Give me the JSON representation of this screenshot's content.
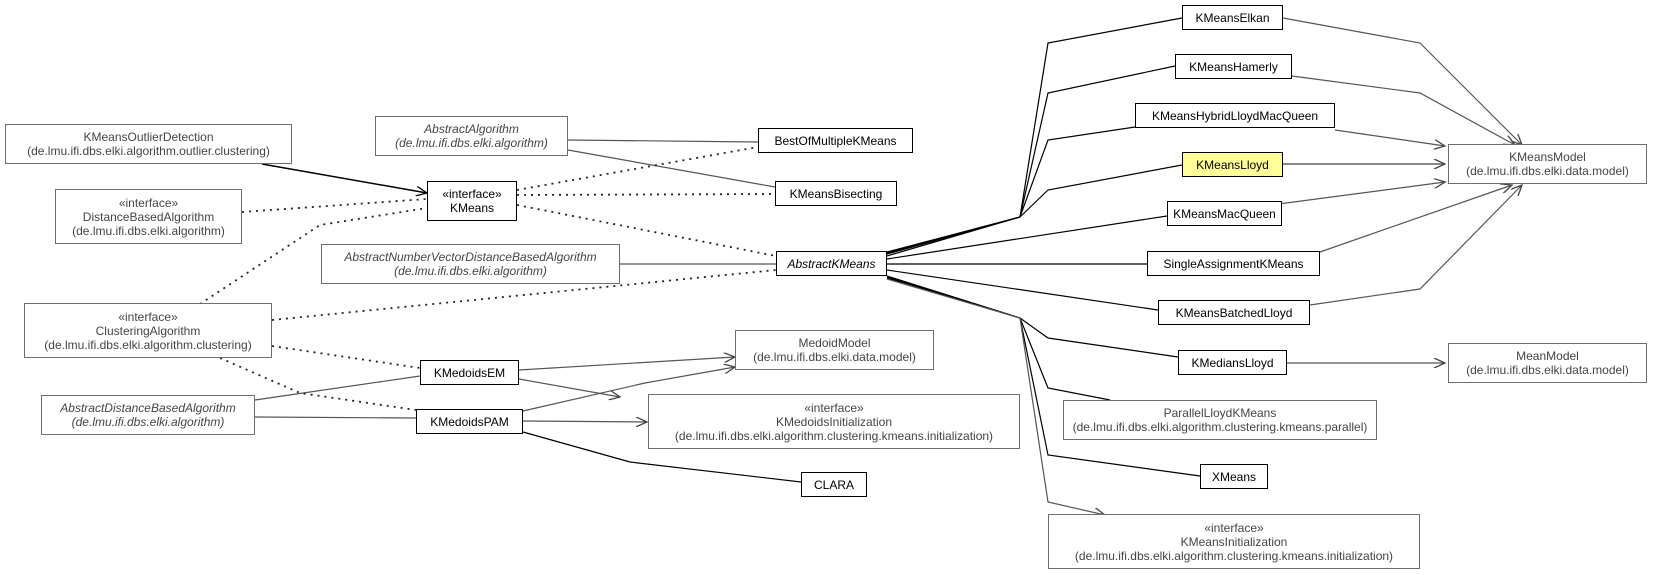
{
  "diagram": {
    "nodes": {
      "kmeans_outlier_detection": {
        "lines": [
          "KMeansOutlierDetection",
          "(de.lmu.ifi.dbs.elki.algorithm.outlier.clustering)"
        ]
      },
      "distance_based_algorithm": {
        "lines": [
          "«interface»",
          "DistanceBasedAlgorithm",
          "(de.lmu.ifi.dbs.elki.algorithm)"
        ]
      },
      "abstract_algorithm": {
        "lines": [
          "AbstractAlgorithm",
          "(de.lmu.ifi.dbs.elki.algorithm)"
        ]
      },
      "kmeans_interface": {
        "lines": [
          "«interface»",
          "KMeans"
        ]
      },
      "best_of_multiple_kmeans": {
        "lines": [
          "BestOfMultipleKMeans"
        ]
      },
      "kmeans_bisecting": {
        "lines": [
          "KMeansBisecting"
        ]
      },
      "abstract_nv_distance_based_algorithm": {
        "lines": [
          "AbstractNumberVectorDistanceBasedAlgorithm",
          "(de.lmu.ifi.dbs.elki.algorithm)"
        ]
      },
      "abstract_kmeans": {
        "lines": [
          "AbstractKMeans"
        ]
      },
      "clustering_algorithm": {
        "lines": [
          "«interface»",
          "ClusteringAlgorithm",
          "(de.lmu.ifi.dbs.elki.algorithm.clustering)"
        ]
      },
      "abstract_distance_based_algorithm": {
        "lines": [
          "AbstractDistanceBasedAlgorithm",
          "(de.lmu.ifi.dbs.elki.algorithm)"
        ]
      },
      "kmedoids_em": {
        "lines": [
          "KMedoidsEM"
        ]
      },
      "kmedoids_pam": {
        "lines": [
          "KMedoidsPAM"
        ]
      },
      "medoid_model": {
        "lines": [
          "MedoidModel",
          "(de.lmu.ifi.dbs.elki.data.model)"
        ]
      },
      "kmedoids_initialization": {
        "lines": [
          "«interface»",
          "KMedoidsInitialization",
          "(de.lmu.ifi.dbs.elki.algorithm.clustering.kmeans.initialization)"
        ]
      },
      "clara": {
        "lines": [
          "CLARA"
        ]
      },
      "kmeans_elkan": {
        "lines": [
          "KMeansElkan"
        ]
      },
      "kmeans_hamerly": {
        "lines": [
          "KMeansHamerly"
        ]
      },
      "kmeans_hybrid": {
        "lines": [
          "KMeansHybridLloydMacQueen"
        ]
      },
      "kmeans_lloyd": {
        "lines": [
          "KMeansLloyd"
        ]
      },
      "kmeans_macqueen": {
        "lines": [
          "KMeansMacQueen"
        ]
      },
      "single_assignment_kmeans": {
        "lines": [
          "SingleAssignmentKMeans"
        ]
      },
      "kmeans_batched_lloyd": {
        "lines": [
          "KMeansBatchedLloyd"
        ]
      },
      "kmedians_lloyd": {
        "lines": [
          "KMediansLloyd"
        ]
      },
      "parallel_lloyd_kmeans": {
        "lines": [
          "ParallelLloydKMeans",
          "(de.lmu.ifi.dbs.elki.algorithm.clustering.kmeans.parallel)"
        ]
      },
      "xmeans": {
        "lines": [
          "XMeans"
        ]
      },
      "kmeans_initialization": {
        "lines": [
          "«interface»",
          "KMeansInitialization",
          "(de.lmu.ifi.dbs.elki.algorithm.clustering.kmeans.initialization)"
        ]
      },
      "kmeans_model": {
        "lines": [
          "KMeansModel",
          "(de.lmu.ifi.dbs.elki.data.model)"
        ]
      },
      "mean_model": {
        "lines": [
          "MeanModel",
          "(de.lmu.ifi.dbs.elki.data.model)"
        ]
      }
    },
    "highlighted_node": "kmeans_lloyd",
    "colors": {
      "highlight_fill": "#ffff99",
      "main_border": "#000000",
      "external_border": "#6e6e6e",
      "external_text": "#444444"
    }
  }
}
